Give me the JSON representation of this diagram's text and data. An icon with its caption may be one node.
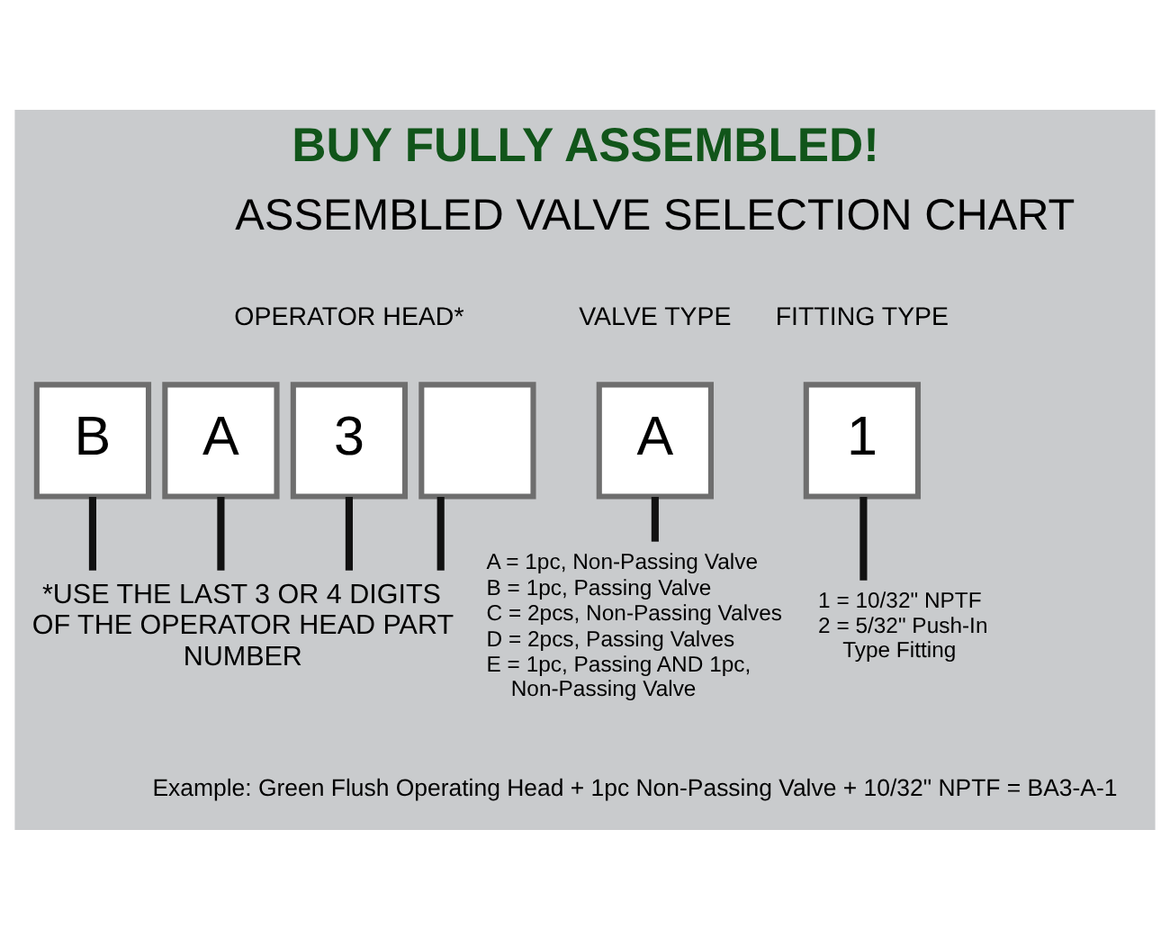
{
  "diagram": {
    "title": "BUY FULLY ASSEMBLED!",
    "nodes": [
      {
        "text": [
          "B"
        ]
      },
      {
        "text": [
          "A"
        ]
      },
      {
        "text": [
          "3"
        ]
      },
      {
        "text": [],
        "shape": "box"
      },
      {
        "text": [
          "A"
        ]
      },
      {
        "text": [
          "1"
        ]
      },
      {
        "text": [
          "*USE THE LAST 3 OR 4 DIGITS OF THE OPERATOR HEAD PART NUMBER"
        ]
      },
      {
        "text": [
          "A = 1pc, Non-Passing Valve",
          "B = 1pc, Passing Valve",
          "C = 2pcs, Non-Passing Valves",
          "D = 2pcs, Passing Valves",
          "E = 1pc, Passing AND 1pc, Non-Passing Valve"
        ]
      },
      {
        "text": [
          "1 = 10/32\" NPTF",
          "2 = 5/32\" Push-In Type Fitting"
        ]
      }
    ],
    "edges": [
      {
        "from": 0,
        "to": 6,
        "arrow": "none"
      },
      {
        "from": 1,
        "to": 6,
        "arrow": "none"
      },
      {
        "from": 2,
        "to": 6,
        "arrow": "none"
      },
      {
        "from": 3,
        "to": 6,
        "arrow": "none"
      },
      {
        "from": 4,
        "to": 7,
        "arrow": "none"
      },
      {
        "from": 5,
        "to": 8,
        "arrow": "none"
      }
    ],
    "labels": [
      "ASSEMBLED VALVE SELECTION CHART",
      "OPERATOR HEAD*",
      "VALVE TYPE",
      "FITTING TYPE",
      "Example: Green Flush Operating Head + 1pc Non-Passing Valve + 10/32\" NPTF = BA3-A-1"
    ]
  }
}
